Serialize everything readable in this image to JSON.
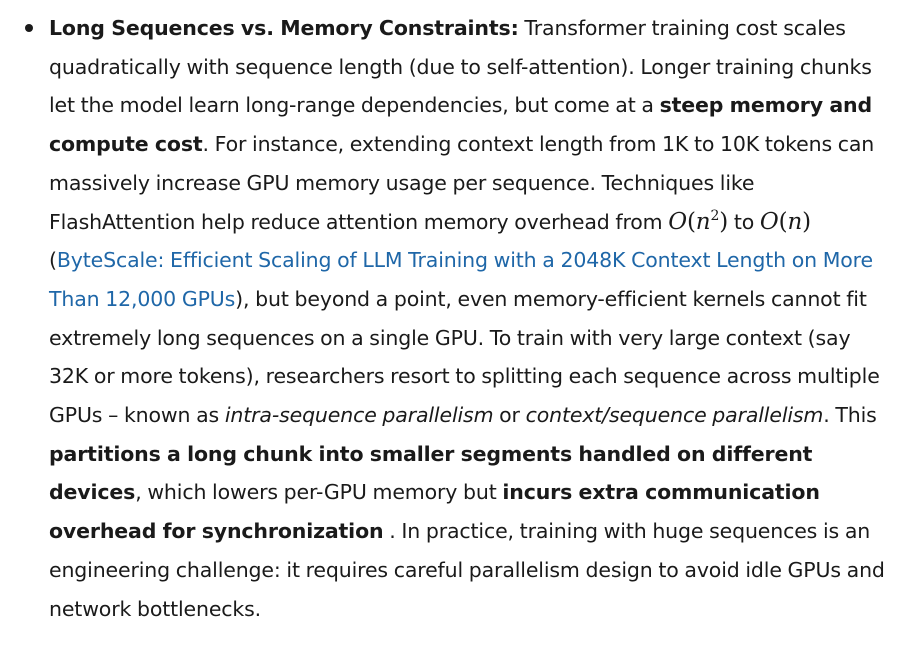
{
  "item": {
    "heading": "Long Sequences vs. Memory Constraints:",
    "t1": " Transformer training cost scales quadratically with sequence length (due to self-attention). Longer training chunks let the model learn long-range dependencies, but come at a ",
    "b1": "steep memory and compute cost",
    "t2": ". For instance, extending context length from 1K to 10K tokens can massively increase GPU memory usage per sequence. Techniques like FlashAttention help reduce attention memory overhead from ",
    "math1": {
      "func": "O",
      "open": "(",
      "var": "n",
      "exp": "2",
      "close": ")"
    },
    "t3": " to ",
    "math2": {
      "func": "O",
      "open": "(",
      "var": "n",
      "close": ")"
    },
    "t4": " (",
    "link_text": "ByteScale: Efficient Scaling of LLM Training with a 2048K Context Length on More Than 12,000 GPUs",
    "t5": "), but beyond a point, even memory-efficient kernels cannot fit extremely long sequences on a single GPU. To train with very large context (say 32K or more tokens), researchers resort to splitting each sequence across multiple GPUs – known as ",
    "i1": "intra-sequence parallelism",
    "t6": " or ",
    "i2": "context/sequence parallelism",
    "t7": ". This ",
    "b2": "partitions a long chunk into smaller segments handled on different devices",
    "t8": ", which lowers per-GPU memory but ",
    "b3": "incurs extra communication overhead for synchronization",
    "t9": " . In practice, training with huge sequences is an engineering challenge: it requires careful parallelism design to avoid idle GPUs and network bottlenecks."
  }
}
